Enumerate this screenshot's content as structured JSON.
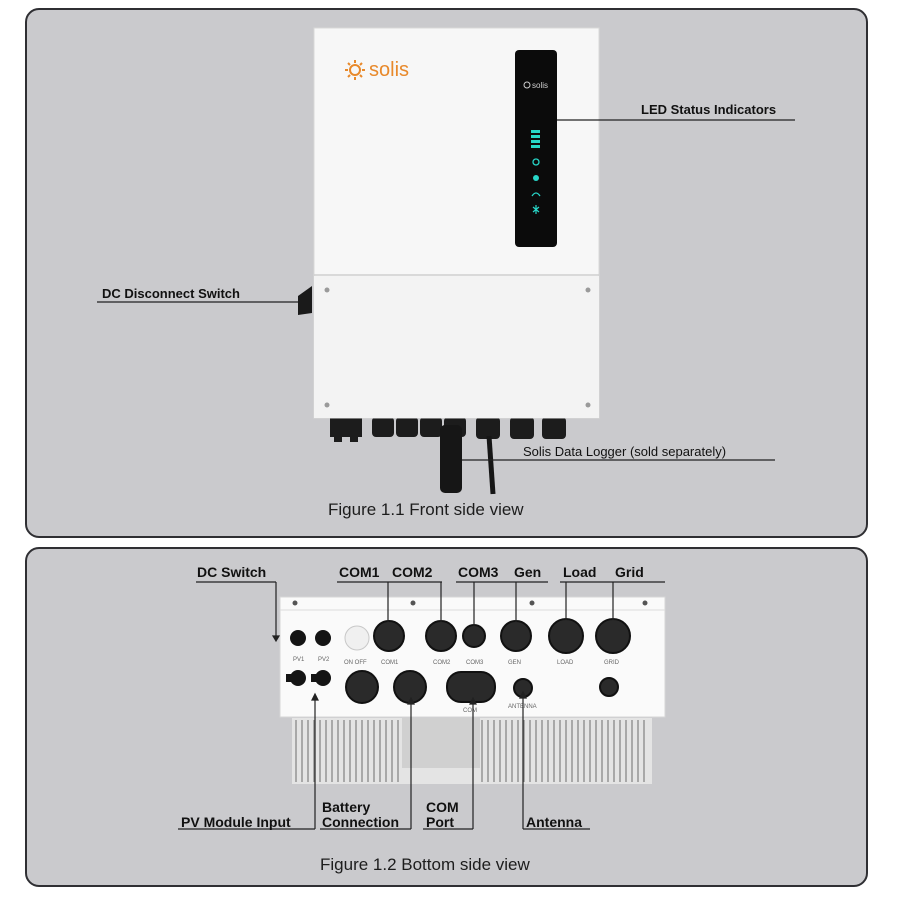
{
  "figure1": {
    "caption": "Figure 1.1 Front side view",
    "brand": "solis",
    "labels": {
      "led": "LED Status Indicators",
      "dc_disconnect": "DC Disconnect Switch",
      "data_logger": "Solis Data Logger (sold separately)"
    }
  },
  "figure2": {
    "caption": "Figure 1.2 Bottom side view",
    "top_labels": {
      "dc_switch": "DC Switch",
      "com1": "COM1",
      "com2": "COM2",
      "com3": "COM3",
      "gen": "Gen",
      "load": "Load",
      "grid": "Grid"
    },
    "bottom_labels": {
      "pv_input": "PV Module Input",
      "battery_line1": "Battery",
      "battery_line2": "Connection",
      "com_line1": "COM",
      "com_line2": "Port",
      "antenna": "Antenna"
    },
    "port_marks": {
      "pv1": "PV1",
      "pv2": "PV2",
      "onoff": "ON OFF",
      "com1": "COM1",
      "com2": "COM2",
      "com3": "COM3",
      "gen": "GEN",
      "load": "LOAD",
      "grid": "GRID",
      "com": "COM",
      "antenna": "ANTENNA"
    }
  },
  "colors": {
    "panel_bg": "#cacacd",
    "panel_border": "#2f2f33",
    "logo_orange": "#e8892b",
    "led_cyan": "#28d6c8"
  }
}
